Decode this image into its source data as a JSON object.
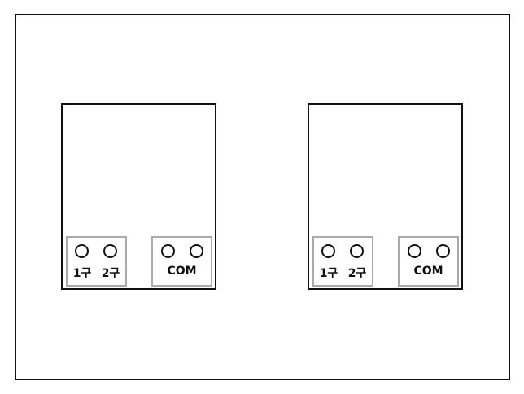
{
  "modules": [
    {
      "groups": [
        {
          "labels": [
            "1구",
            "2구"
          ]
        },
        {
          "label": "COM"
        }
      ]
    },
    {
      "groups": [
        {
          "labels": [
            "1구",
            "2구"
          ]
        },
        {
          "label": "COM"
        }
      ]
    }
  ]
}
